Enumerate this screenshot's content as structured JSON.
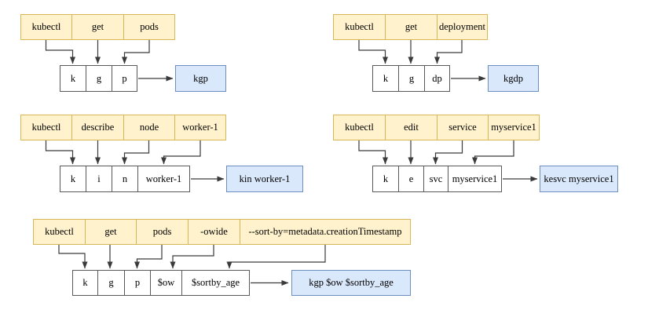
{
  "colors": {
    "background": "#ffffff",
    "command_box_fill": "#fff2cc",
    "command_box_border": "#d6b656",
    "alias_box_fill": "#ffffff",
    "alias_box_border": "#595959",
    "result_box_fill": "#dae8fc",
    "result_box_border": "#6c8ebf",
    "arrow": "#3a3a3a",
    "text": "#000000"
  },
  "groups": [
    {
      "command_tokens": [
        "kubectl",
        "get",
        "pods"
      ],
      "alias_tokens": [
        "k",
        "g",
        "p"
      ],
      "result": "kgp"
    },
    {
      "command_tokens": [
        "kubectl",
        "get",
        "deployment"
      ],
      "alias_tokens": [
        "k",
        "g",
        "dp"
      ],
      "result": "kgdp"
    },
    {
      "command_tokens": [
        "kubectl",
        "describe",
        "node",
        "worker-1"
      ],
      "alias_tokens": [
        "k",
        "i",
        "n",
        "worker-1"
      ],
      "result": "kin worker-1"
    },
    {
      "command_tokens": [
        "kubectl",
        "edit",
        "service",
        "myservice1"
      ],
      "alias_tokens": [
        "k",
        "e",
        "svc",
        "myservice1"
      ],
      "result": "kesvc myservice1"
    },
    {
      "command_tokens": [
        "kubectl",
        "get",
        "pods",
        "-owide",
        "--sort-by=metadata.creationTimestamp"
      ],
      "alias_tokens": [
        "k",
        "g",
        "p",
        "$ow",
        "$sortby_age"
      ],
      "result": "kgp $ow $sortby_age"
    }
  ]
}
